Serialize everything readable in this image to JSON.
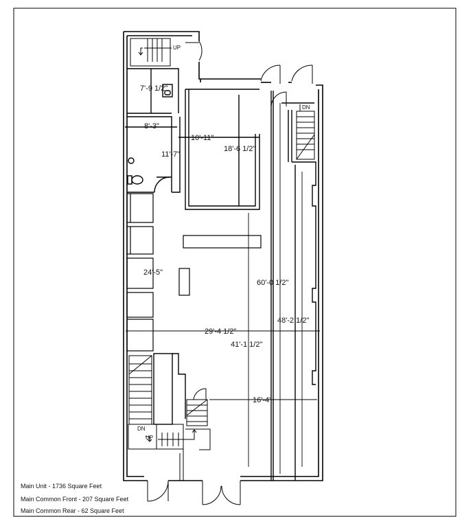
{
  "dimensions": {
    "d1": "7'-9 1/2\"",
    "d2": "8'-3\"",
    "d3": "10'-11\"",
    "d4": "18'-6 1/2\"",
    "d5": "11'-7\"",
    "d6": "24'-5\"",
    "d7": "60'-0 1/2\"",
    "d8": "48'-2 1/2\"",
    "d9": "29'-4 1/2\"",
    "d10": "41'-1 1/2\"",
    "d11": "16'-4\""
  },
  "stair_labels": {
    "top_up": "UP",
    "right_dn": "DN",
    "bottom_dn": "DN",
    "bottom_up": "UP"
  },
  "legend": {
    "main_unit": "Main Unit - 1736 Square Feet",
    "common_front": "Main Common Front - 207 Square Feet",
    "common_rear": "Main Common Rear - 62 Square Feet"
  }
}
